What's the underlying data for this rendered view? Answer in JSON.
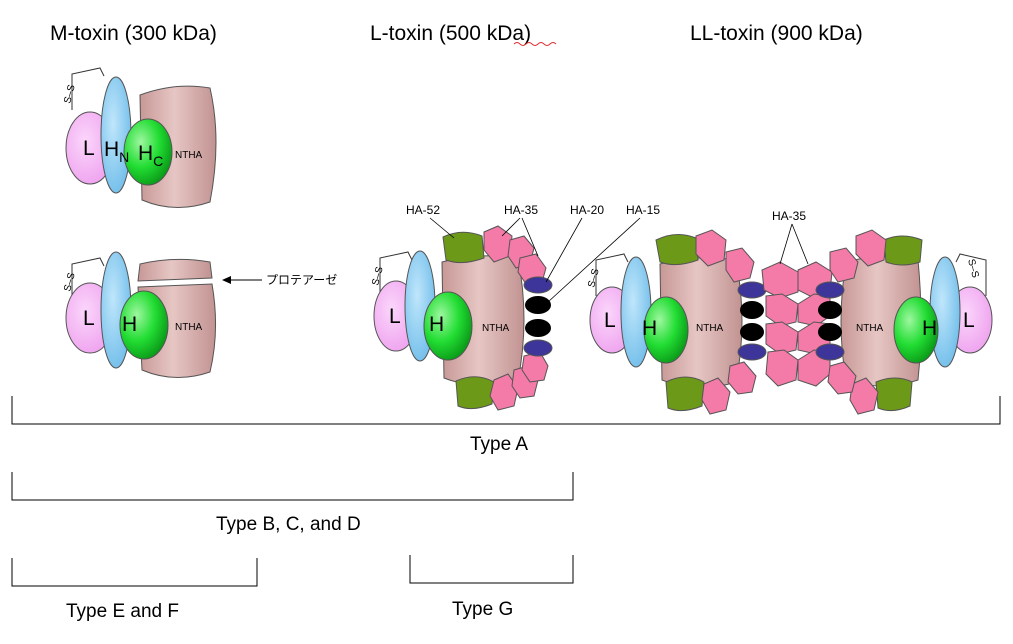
{
  "titles": {
    "m_toxin": "M-toxin (300 kDa)",
    "l_toxin": "L-toxin (500 kDa)",
    "ll_toxin": "LL-toxin (900 kDa)"
  },
  "labels": {
    "L": "L",
    "HN_main": "H",
    "HN_sub": "N",
    "HC_main": "H",
    "HC_sub": "C",
    "H": "H",
    "NTHA": "NTHA",
    "SS": "S–S",
    "HA52": "HA-52",
    "HA35": "HA-35",
    "HA20": "HA-20",
    "HA15": "HA-15",
    "protease": "プロテアーゼ"
  },
  "types": {
    "a": "Type A",
    "bcd": "Type B, C, and D",
    "ef": "Type E and F",
    "g": "Type G"
  },
  "colors": {
    "light_chain": "#f4b3f4",
    "hn_domain": "#8fd0f5",
    "hc_domain": "#22dd33",
    "ntha": "#d6aaa8",
    "ha35": "#f47aa7",
    "ha52": "#6c9a18",
    "ha20": "#3d3599",
    "ha15": "#000000"
  }
}
